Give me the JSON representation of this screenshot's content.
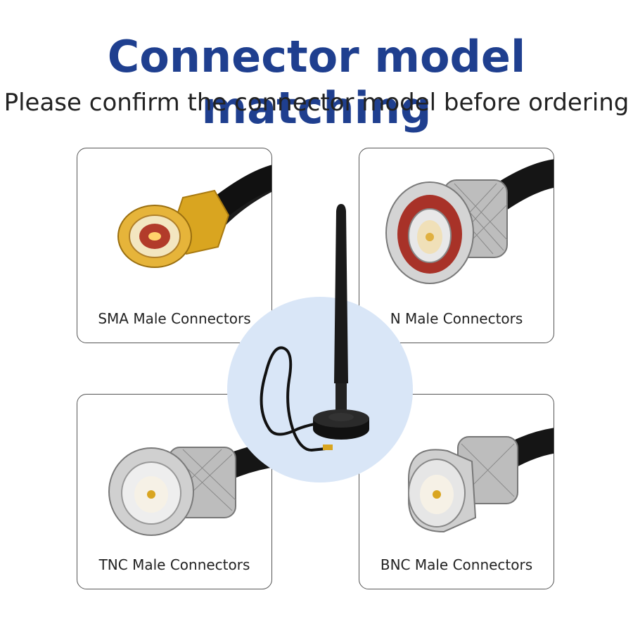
{
  "header": {
    "title": "Connector model matching",
    "subtitle": "Please confirm the connector model before ordering"
  },
  "connectors": [
    {
      "label": "SMA Male Connectors"
    },
    {
      "label": "N Male Connectors"
    },
    {
      "label": "TNC Male Connectors"
    },
    {
      "label": "BNC Male Connectors"
    }
  ],
  "colors": {
    "title": "#1f3f8f",
    "circle": "#d9e6f7",
    "gold": "#d9a520",
    "silver": "#c8c8c8"
  }
}
